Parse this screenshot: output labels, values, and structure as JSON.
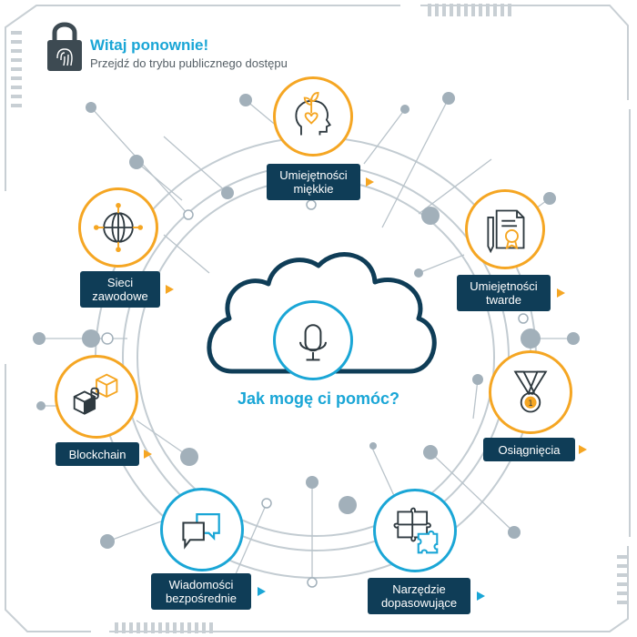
{
  "header": {
    "title": "Witaj ponownie!",
    "subtitle": "Przejdź do trybu publicznego dostępu"
  },
  "center": {
    "question": "Jak mogę ci pomóc?",
    "icon": "microphone-icon"
  },
  "nodes": [
    {
      "id": "soft-skills",
      "lines": [
        "Umiejętności",
        "miękkie"
      ],
      "icon": "head-plant-icon",
      "ring": "orange",
      "arrow": "orange"
    },
    {
      "id": "hard-skills",
      "lines": [
        "Umiejętności",
        "twarde"
      ],
      "icon": "certificate-icon",
      "ring": "orange",
      "arrow": "orange"
    },
    {
      "id": "achievements",
      "lines": [
        "Osiągnięcia"
      ],
      "icon": "medal-icon",
      "ring": "orange",
      "arrow": "orange"
    },
    {
      "id": "matching-tool",
      "lines": [
        "Narzędzie",
        "dopasowujące"
      ],
      "icon": "puzzle-icon",
      "ring": "cyan",
      "arrow": "cyan"
    },
    {
      "id": "direct-messages",
      "lines": [
        "Wiadomości",
        "bezpośrednie"
      ],
      "icon": "chat-bubbles-icon",
      "ring": "cyan",
      "arrow": "cyan"
    },
    {
      "id": "blockchain",
      "lines": [
        "Blockchain"
      ],
      "icon": "blockchain-cubes-icon",
      "ring": "orange",
      "arrow": "orange"
    },
    {
      "id": "professional-networks",
      "lines": [
        "Sieci",
        "zawodowe"
      ],
      "icon": "globe-network-icon",
      "ring": "orange",
      "arrow": "orange"
    }
  ],
  "colors": {
    "accent_blue": "#1aa6d6",
    "accent_orange": "#f5a623",
    "label_bg": "#0f3d57",
    "ring_line": "#bcc5cc",
    "dot": "#9fadb7"
  }
}
